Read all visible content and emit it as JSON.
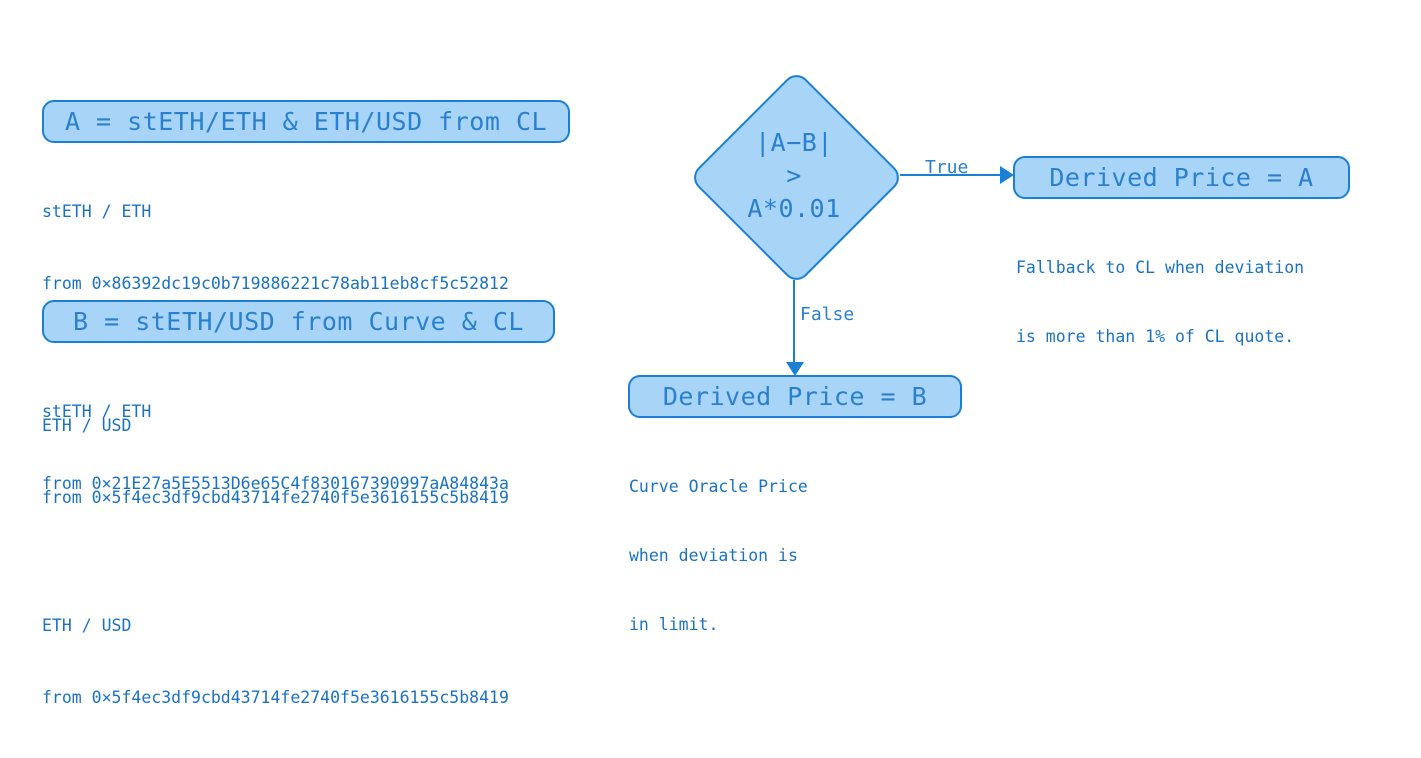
{
  "theme": {
    "background": "#ffffff",
    "box_fill": "#a8d5f7",
    "box_border": "#1b7fd4",
    "heading_text": "#2a80cf",
    "body_text": "#1a72c4"
  },
  "left_column": {
    "source_a": {
      "box_label": "A = stETH/ETH & ETH/USD from CL",
      "feeds": [
        {
          "pair": "stETH / ETH",
          "address_line": "from 0×86392dc19c0b719886221c78ab11eb8cf5c52812"
        },
        {
          "pair": "ETH / USD",
          "address_line": "from 0×5f4ec3df9cbd43714fe2740f5e3616155c5b8419"
        }
      ]
    },
    "source_b": {
      "box_label": "B = stETH/USD from Curve & CL",
      "feeds": [
        {
          "pair": "stETH / ETH",
          "address_line": "from 0×21E27a5E5513D6e65C4f830167390997aA84843a"
        },
        {
          "pair": "ETH / USD",
          "address_line": "from 0×5f4ec3df9cbd43714fe2740f5e3616155c5b8419"
        }
      ]
    }
  },
  "decision": {
    "line1": "|A−B|",
    "line2": ">",
    "line3": "A*0.01"
  },
  "edges": {
    "true_label": "True",
    "false_label": "False"
  },
  "outcome_true": {
    "box_label": "Derived Price = A",
    "caption_line1": "Fallback to CL when deviation",
    "caption_line2": "is more than 1% of CL quote."
  },
  "outcome_false": {
    "box_label": "Derived Price = B",
    "caption_line1": "Curve Oracle Price",
    "caption_line2": "when deviation is",
    "caption_line3": "in limit."
  }
}
